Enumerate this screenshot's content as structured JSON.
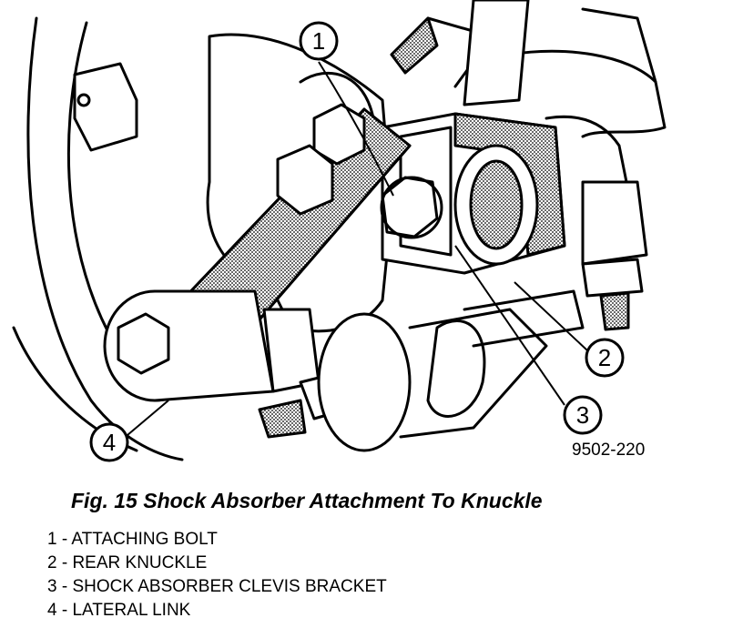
{
  "figure": {
    "caption": "Fig. 15 Shock Absorber Attachment To Knuckle",
    "drawing_code": "9502-220"
  },
  "callouts": [
    {
      "number": "1"
    },
    {
      "number": "2"
    },
    {
      "number": "3"
    },
    {
      "number": "4"
    }
  ],
  "legend": [
    "1 - ATTACHING BOLT",
    "2 - REAR KNUCKLE",
    "3 - SHOCK ABSORBER CLEVIS BRACKET",
    "4 - LATERAL LINK"
  ],
  "colors": {
    "line": "#000000",
    "shade": "#9a9a9a",
    "background": "#ffffff"
  }
}
